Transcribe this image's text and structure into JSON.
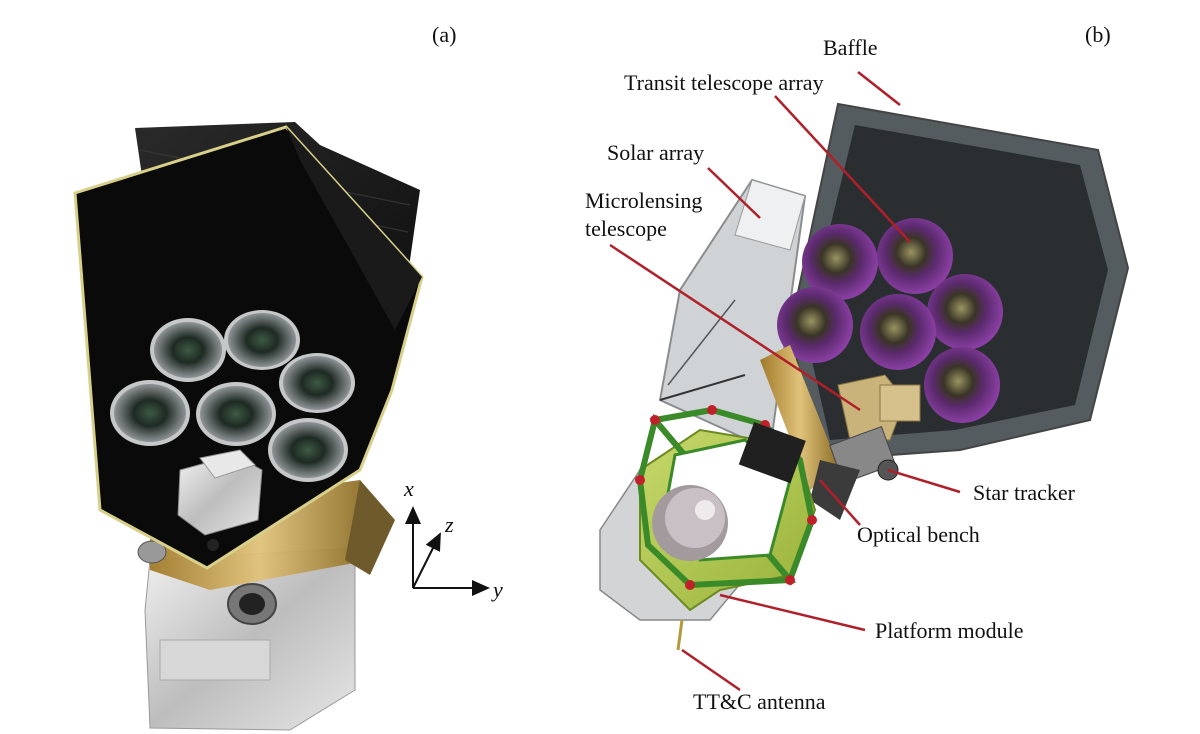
{
  "panels": {
    "a": {
      "label": "(a)"
    },
    "b": {
      "label": "(b)"
    }
  },
  "axes": {
    "x": "x",
    "y": "y",
    "z": "z"
  },
  "callouts": {
    "baffle": "Baffle",
    "transit": "Transit telescope array",
    "solar": "Solar array",
    "micro_line1": "Microlensing",
    "micro_line2": "telescope",
    "star_tracker": "Star tracker",
    "optical_bench": "Optical bench",
    "platform": "Platform module",
    "ttc": "TT&C antenna"
  },
  "colors": {
    "leader_line": "#b0202a",
    "telescope_b": "#7a2f8f",
    "platform_green": "#a9c93a",
    "gold": "#c8a24a"
  }
}
